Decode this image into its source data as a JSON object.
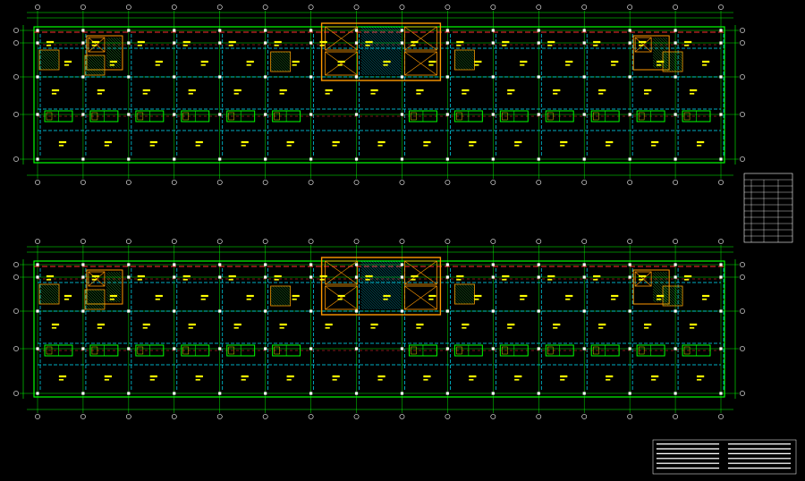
{
  "drawing": {
    "colors": {
      "background": "#000000",
      "axis_grid": "#00ff00",
      "beam_dashed": "#00e5ff",
      "wall_red": "#ff3030",
      "yellow_annotation": "#ffff00",
      "orange_stair": "#ff9900",
      "white_text": "#ffffff",
      "hatch_green": "#33cc33",
      "magenta": "#ff33ff"
    },
    "plans": [
      {
        "id": "upper",
        "title": "",
        "column_axes": 16,
        "row_axes": 5
      },
      {
        "id": "lower",
        "title": "",
        "column_axes": 16,
        "row_axes": 5
      }
    ],
    "legend_table": {
      "title": "",
      "rows": 10
    },
    "notes_block": {
      "lines": 12
    },
    "icons": [
      "axis-bubble-icon",
      "stair-core-icon",
      "section-cross-icon"
    ]
  }
}
